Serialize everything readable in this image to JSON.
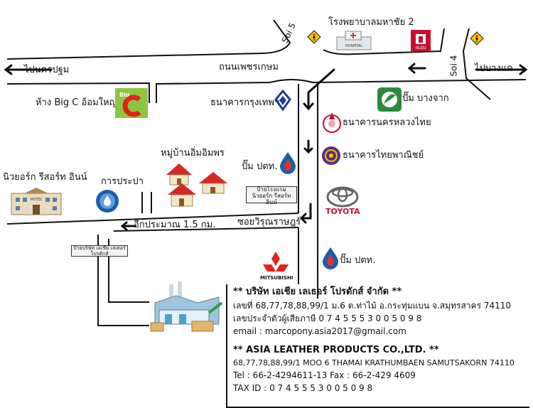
{
  "labels": {
    "hospital": "โรงพยาบาลมหาชัย 2",
    "soi5": "Soi 5",
    "soi4": "Soi 4",
    "to_nakhon_pathom": "ไปนครปฐม",
    "road_phetkasem": "ถนนเพชรเกษม",
    "to_bang_khae": "ไปบางแค",
    "big_c": "ห้าง Big C อ้อมใหญ่",
    "bangkok_bank": "ธนาคารกรุงเทพฯ",
    "ptt_bangchak": "ปั๊ม บางจาก",
    "krungthai_bank": "ธนาคารนครหลวงไทย",
    "scb_bank": "ธนาคารไทยพาณิชย์",
    "village": "หมู่บ้านอิ่มอิมพร",
    "ptt_station_1": "ปั๊ม ปตท.",
    "new_york_resort": "นิวยอร์ก รีสอร์ท อินน์",
    "waterworks": "การประปา",
    "hotel_sign": "ป้ายโรงแรม นิวยอร์ก รีสอร์ท อินน์",
    "soi_wiroon": "ซอยวิรุณราษฎร์",
    "toyota": "TOYOTA",
    "distance": "อีกประมาณ 1.5 กม.",
    "company_sign": "ป้ายบริษัท เอเชีย เลเธอร์ โปรดักส์",
    "mitsubishi": "MITSUBISHI",
    "ptt_station_2": "ปั๊ม ปตท.",
    "hotel_badge": "HOTEL",
    "hospital_badge": "HOSPITAL",
    "isuzu_badge": "ISUZU",
    "bigc_badge": "Big"
  },
  "company": {
    "name_th": "** บริษัท เอเชีย เลเธอร์ โปรดักส์ จำกัด **",
    "address_th": "เลขที่ 68,77,78,88,99/1 ม.6 ต.ท่าไม้ อ.กระทุ่มแบน จ.สมุทรสาคร 74110",
    "tax_th": "เลขประจำตัวผู้เสียภาษี 0 7 4 5 5 5 3 0 0 5 0 9 8",
    "email": "email : marcopony.asia2017@gmail.com",
    "name_en": "** ASIA LEATHER PRODUCTS CO.,LTD. **",
    "address_en": "68,77,78,88,99/1 MOO 6 THAMAI KRATHUMBAEN SAMUTSAKORN 74110",
    "phone": "Tel : 66-2-4294611-13    Fax : 66-2-429 4609",
    "tax_en": "TAX ID : 0 7 4 5 5 5 3 0 0 5 0 9 8"
  },
  "colors": {
    "road": "#111111",
    "ptt_blue": "#1a5ea8",
    "bangchak_green": "#2c8a3e",
    "scb_purple": "#5a2d82",
    "krungthai_red": "#c8102e",
    "house_roof": "#d62828",
    "bigc_green": "#8cc63f",
    "bigc_red": "#e2231a"
  }
}
